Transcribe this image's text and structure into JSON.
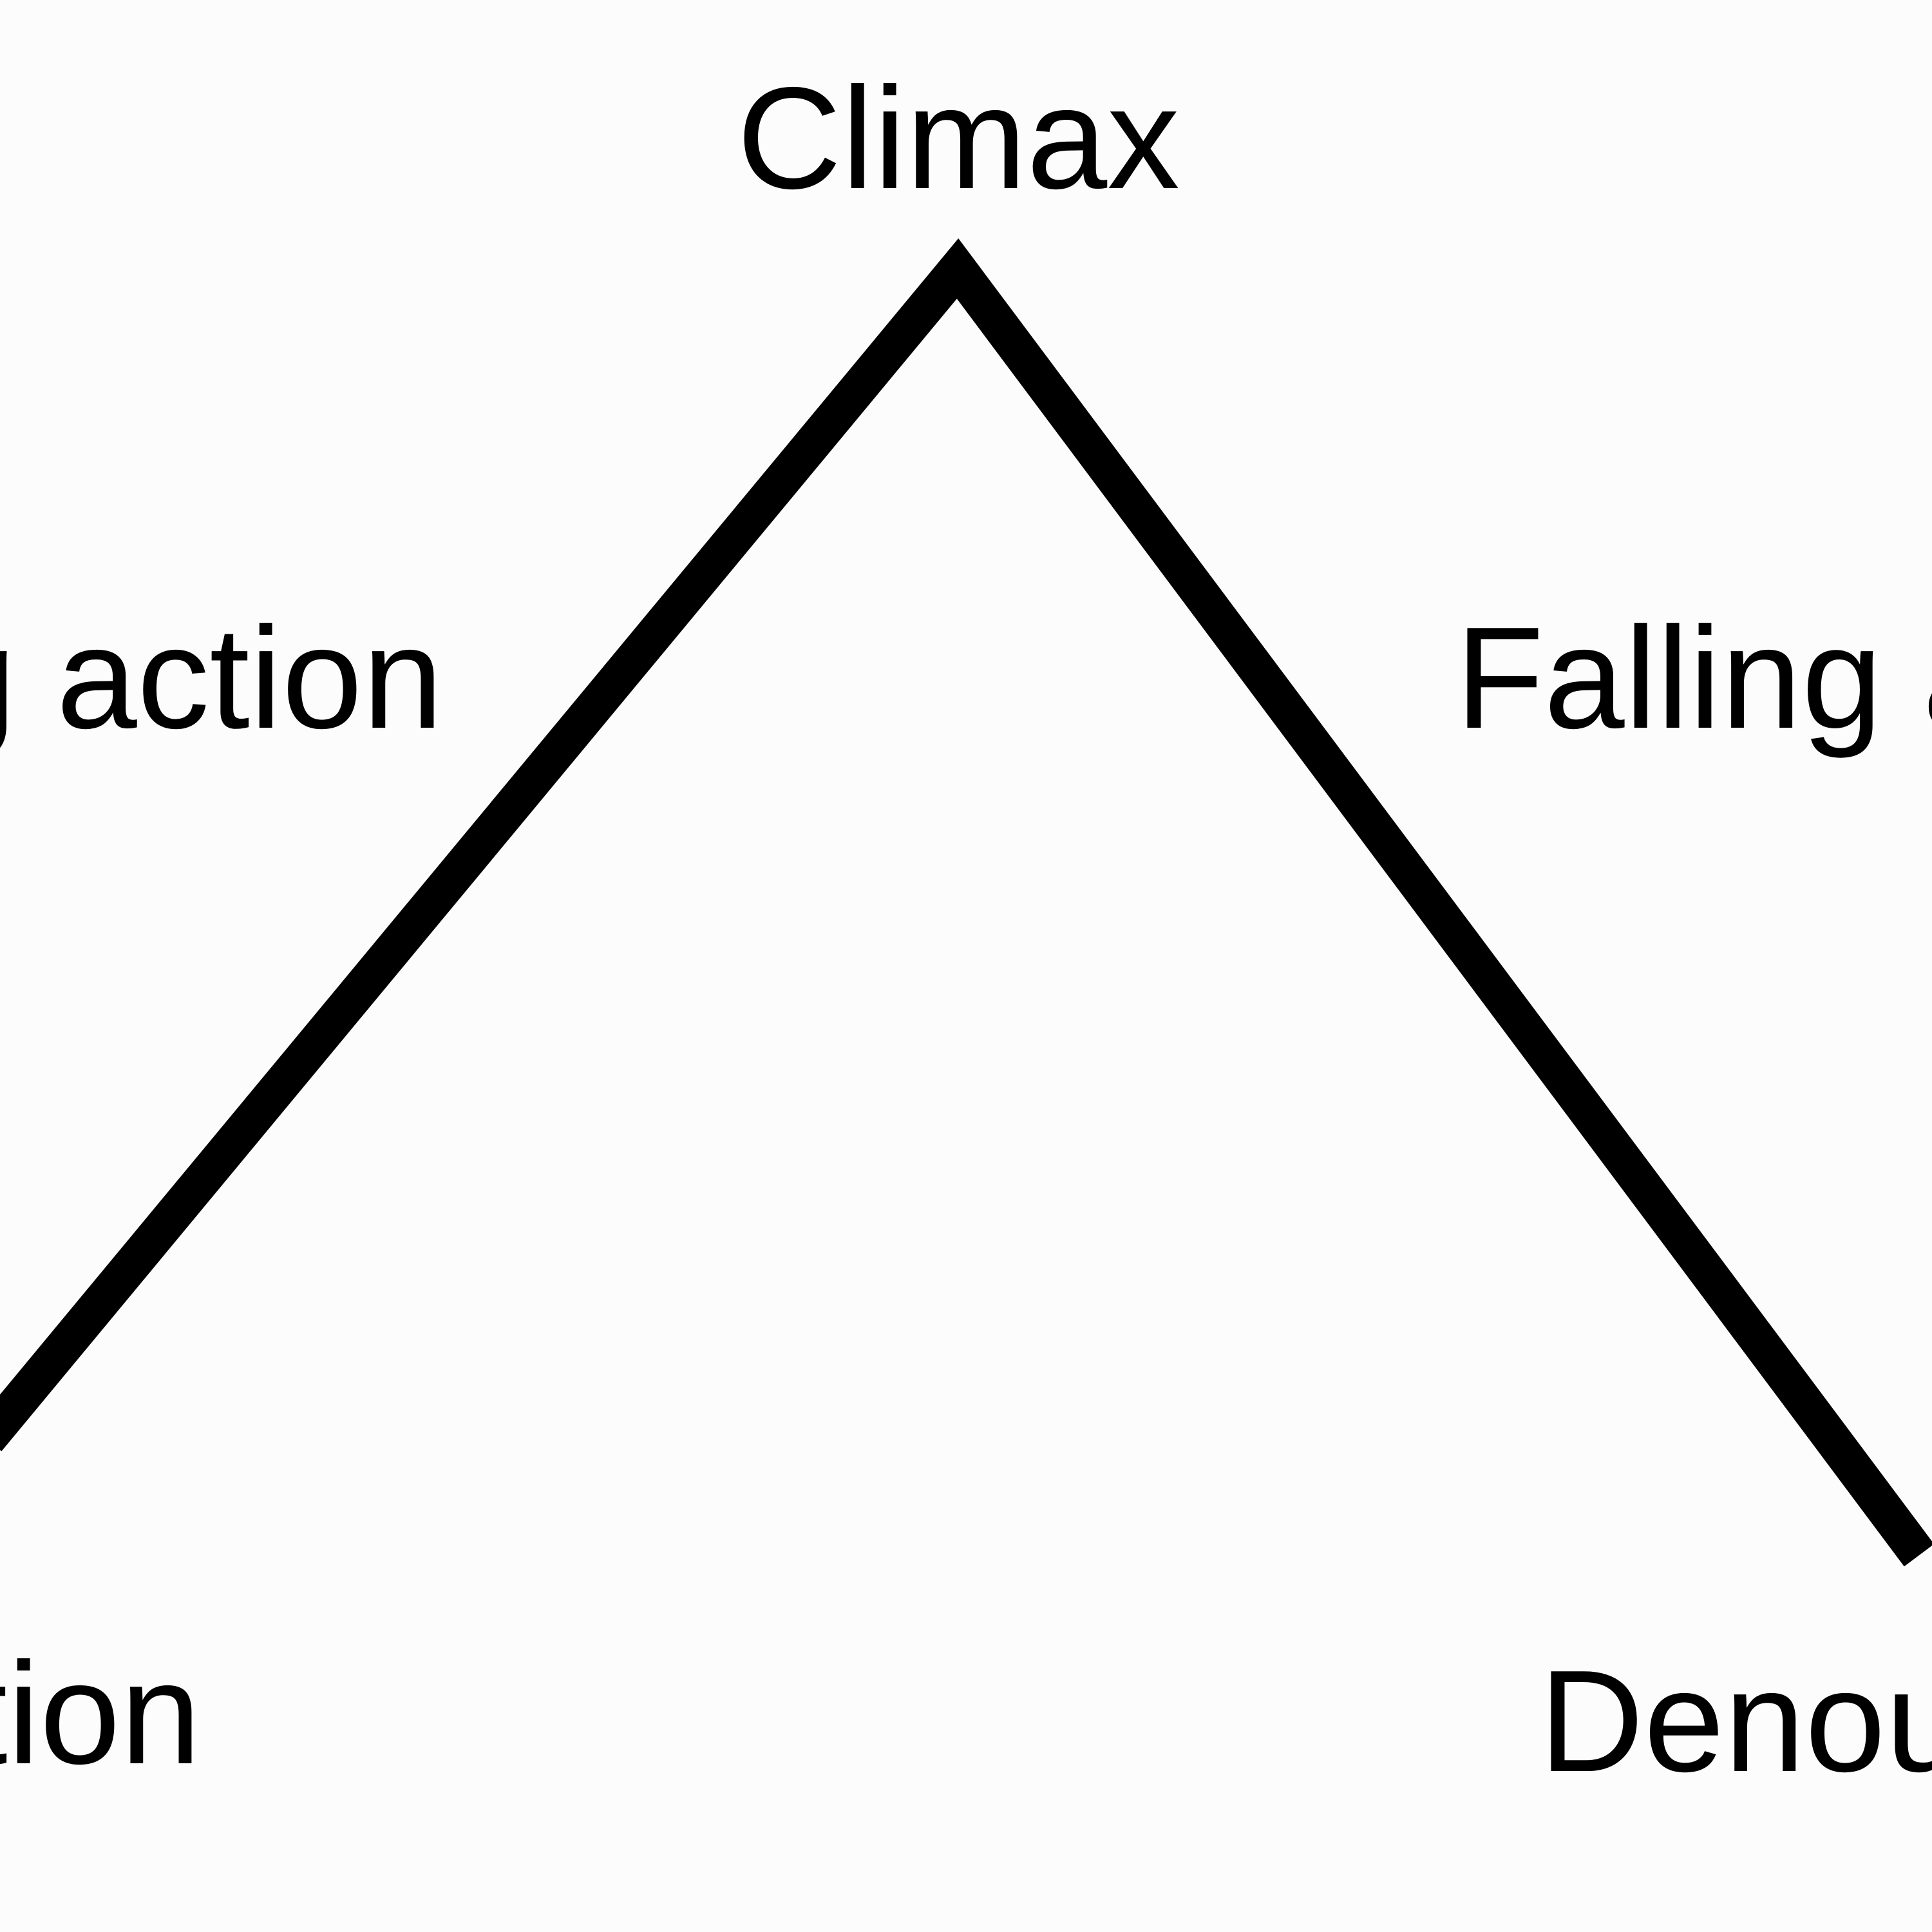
{
  "diagram": {
    "labels": {
      "climax": "Climax",
      "rising": "g action",
      "falling": "Falling a",
      "exposition": "tion",
      "denouement": "Denou"
    },
    "line_color": "#000000",
    "background": "#fcfcfc"
  }
}
